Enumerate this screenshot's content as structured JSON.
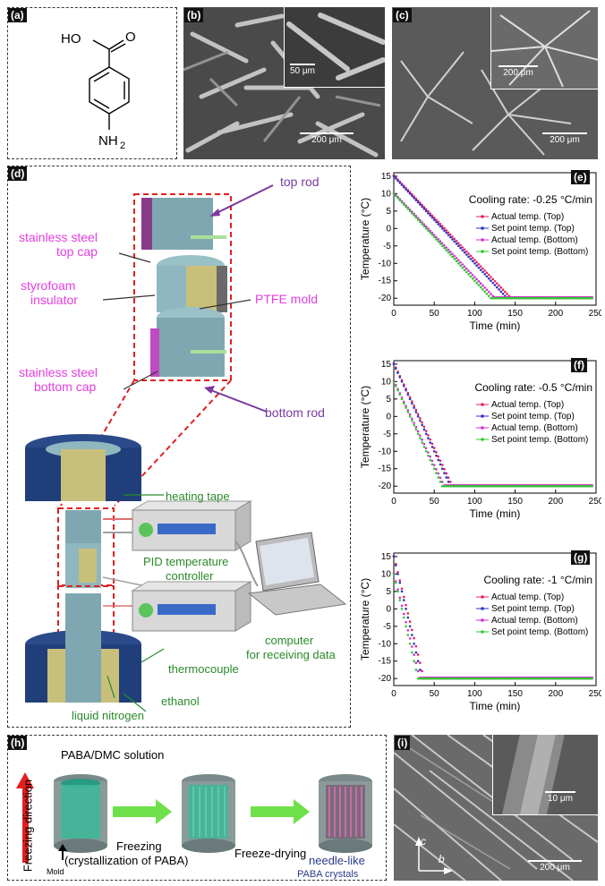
{
  "panels": {
    "a": "(a)",
    "b": "(b)",
    "c": "(c)",
    "d": "(d)",
    "e": "(e)",
    "f": "(f)",
    "g": "(g)",
    "h": "(h)",
    "i": "(i)"
  },
  "molecule": {
    "oh": "HO",
    "o": "O",
    "nh": "NH",
    "sub2": "2"
  },
  "sem": {
    "b_main_scale": "200 μm",
    "b_inset_scale": "50 μm",
    "c_main_scale": "200 μm",
    "c_inset_scale": "200 μm",
    "i_main_scale": "200 μm",
    "i_inset_scale": "10 μm",
    "i_axis_c": "c",
    "i_axis_b": "b"
  },
  "apparatus": {
    "top_rod": "top rod",
    "top_cap_1": "stainless steel",
    "top_cap_2": "top cap",
    "insulator_1": "styrofoam",
    "insulator_2": "insulator",
    "ptfe": "PTFE mold",
    "bottom_cap_1": "stainless steel",
    "bottom_cap_2": "bottom cap",
    "bottom_rod": "bottom rod",
    "heating_tape": "heating tape",
    "pid_1": "PID temperature",
    "pid_2": "controller",
    "computer_1": "computer",
    "computer_2": "for receiving data",
    "thermocouple": "thermocouple",
    "ethanol": "ethanol",
    "liquid_nitrogen": "liquid nitrogen"
  },
  "process": {
    "solution": "PABA/DMC solution",
    "freezing_direction": "Freezing direction",
    "mold": "Mold",
    "freezing": "Freezing",
    "crystallization": "(crystallization of PABA)",
    "freeze_drying": "Freeze-drying",
    "needle_1": "needle-like",
    "needle_2": "PABA crystals"
  },
  "colors": {
    "top": "#e0245e",
    "set_top": "#3030c8",
    "bottom": "#d030d0",
    "set_bottom": "#30c830"
  },
  "chart_data": [
    {
      "type": "scatter",
      "panel": "(e)",
      "annotation": "Cooling rate: -0.25 °C/min",
      "xlabel": "Time (min)",
      "ylabel": "Temperature (°C)",
      "xlim": [
        0,
        250
      ],
      "ylim": [
        -22,
        16
      ],
      "xticks": [
        0,
        50,
        100,
        150,
        200,
        250
      ],
      "yticks": [
        15,
        10,
        5,
        0,
        -5,
        -10,
        -15,
        -20
      ],
      "legend": [
        "Actual temp. (Top)",
        "Set point temp. (Top)",
        "Actual temp. (Bottom)",
        "Set point temp. (Bottom)"
      ],
      "series": [
        {
          "name": "Actual temp. (Top)",
          "points": [
            [
              0,
              15
            ],
            [
              144,
              -20
            ],
            [
              245,
              -20
            ]
          ]
        },
        {
          "name": "Set point temp. (Top)",
          "points": [
            [
              0,
              15
            ],
            [
              140,
              -20
            ],
            [
              245,
              -20
            ]
          ]
        },
        {
          "name": "Actual temp. (Bottom)",
          "points": [
            [
              0,
              10
            ],
            [
              124,
              -20
            ],
            [
              245,
              -20
            ]
          ]
        },
        {
          "name": "Set point temp. (Bottom)",
          "points": [
            [
              0,
              10
            ],
            [
              120,
              -20
            ],
            [
              245,
              -20
            ]
          ]
        }
      ]
    },
    {
      "type": "scatter",
      "panel": "(f)",
      "annotation": "Cooling rate: -0.5 °C/min",
      "xlabel": "Time (min)",
      "ylabel": "Temperature (°C)",
      "xlim": [
        0,
        250
      ],
      "ylim": [
        -22,
        16
      ],
      "xticks": [
        0,
        50,
        100,
        150,
        200,
        250
      ],
      "yticks": [
        15,
        10,
        5,
        0,
        -5,
        -10,
        -15,
        -20
      ],
      "legend": [
        "Actual temp. (Top)",
        "Set point temp. (Top)",
        "Actual temp. (Bottom)",
        "Set point temp. (Bottom)"
      ],
      "series": [
        {
          "name": "Actual temp. (Top)",
          "points": [
            [
              0,
              15
            ],
            [
              72,
              -20
            ],
            [
              245,
              -20
            ]
          ]
        },
        {
          "name": "Set point temp. (Top)",
          "points": [
            [
              0,
              15
            ],
            [
              70,
              -20
            ],
            [
              245,
              -20
            ]
          ]
        },
        {
          "name": "Actual temp. (Bottom)",
          "points": [
            [
              0,
              10
            ],
            [
              62,
              -20
            ],
            [
              245,
              -20
            ]
          ]
        },
        {
          "name": "Set point temp. (Bottom)",
          "points": [
            [
              0,
              10
            ],
            [
              60,
              -20
            ],
            [
              245,
              -20
            ]
          ]
        }
      ]
    },
    {
      "type": "scatter",
      "panel": "(g)",
      "annotation": "Cooling rate: -1 °C/min",
      "xlabel": "Time (min)",
      "ylabel": "Temperature (°C)",
      "xlim": [
        0,
        250
      ],
      "ylim": [
        -22,
        16
      ],
      "xticks": [
        0,
        50,
        100,
        150,
        200,
        250
      ],
      "yticks": [
        15,
        10,
        5,
        0,
        -5,
        -10,
        -15,
        -20
      ],
      "legend": [
        "Actual temp. (Top)",
        "Set point temp. (Top)",
        "Actual temp. (Bottom)",
        "Set point temp. (Bottom)"
      ],
      "series": [
        {
          "name": "Actual temp. (Top)",
          "points": [
            [
              0,
              15
            ],
            [
              37,
              -20
            ],
            [
              245,
              -20
            ]
          ]
        },
        {
          "name": "Set point temp. (Top)",
          "points": [
            [
              0,
              15
            ],
            [
              35,
              -20
            ],
            [
              245,
              -20
            ]
          ]
        },
        {
          "name": "Actual temp. (Bottom)",
          "points": [
            [
              0,
              10
            ],
            [
              32,
              -20
            ],
            [
              245,
              -20
            ]
          ]
        },
        {
          "name": "Set point temp. (Bottom)",
          "points": [
            [
              0,
              10
            ],
            [
              30,
              -20
            ],
            [
              245,
              -20
            ]
          ]
        }
      ]
    }
  ]
}
